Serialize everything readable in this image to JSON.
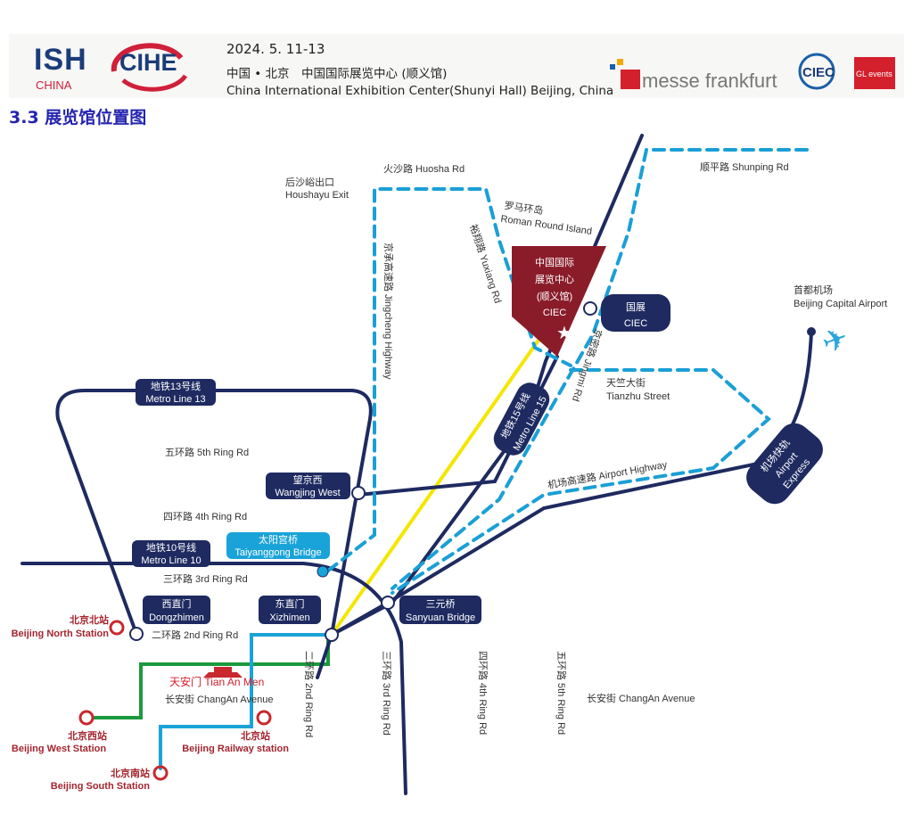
{
  "header": {
    "ish": "ISH",
    "ish_sub": "CHINA",
    "cihe": "CIHE",
    "date": "2024. 5. 11-13",
    "venue_cn": "中国 • 北京　中国国际展览中心 (顺义馆)",
    "venue_en": "China International Exhibition Center(Shunyi Hall)  Beijing, China",
    "messe": "messe frankfurt",
    "ciec": "CIEC",
    "gl": "GL events"
  },
  "title": "3.3 展览馆位置图",
  "map": {
    "huosha": "火沙路 Huosha Rd",
    "houshayu_cn": "后沙峪出口",
    "houshayu_en": "Houshayu Exit",
    "roman_cn": "罗马环岛",
    "roman_en": "Roman Round Island",
    "shunping": "顺平路 Shunping Rd",
    "yuxiang": "裕翔路 Yuxiang Rd",
    "jingcheng": "京承高速路 Jingcheng Highway",
    "ciec_box": [
      "中国国际",
      "展览中心",
      "(顺义馆)",
      "CIEC"
    ],
    "ciec_station": [
      "国展",
      "CIEC"
    ],
    "jingmi": "京密路 Jingmi Rd",
    "airport_cn": "首都机场",
    "airport_en": "Beijing Capital Airport",
    "tianzhu_cn": "天竺大街",
    "tianzhu_en": "Tianzhu Street",
    "metro15": [
      "地铁15号线",
      "Metro Line 15"
    ],
    "metro13": [
      "地铁13号线",
      "Metro Line 13"
    ],
    "metro10": [
      "地铁10号线",
      "Metro Line 10"
    ],
    "ring5": "五环路 5th Ring Rd",
    "ring4": "四环路 4th Ring Rd",
    "ring3": "三环路 3rd Ring Rd",
    "ring2": "二环路 2nd Ring Rd",
    "wangjing": [
      "望京西",
      "Wangjing West"
    ],
    "taiyanggong": [
      "太阳宫桥",
      "Taiyanggong Bridge"
    ],
    "airport_hwy": "机场高速路 Airport Highway",
    "airport_express": [
      "机场快轨",
      "Airport",
      "Express"
    ],
    "dongzhimen": [
      "西直门",
      "Dongzhimen"
    ],
    "xizhimen": [
      "东直门",
      "Xizhimen"
    ],
    "sanyuan": [
      "三元桥",
      "Sanyuan Bridge"
    ],
    "north_cn": "北京北站",
    "north_en": "Beijing North Station",
    "west_cn": "北京西站",
    "west_en": "Beijing West Station",
    "south_cn": "北京南站",
    "south_en": "Beijing South Station",
    "railway_cn": "北京站",
    "railway_en": "Beijing Railway station",
    "tiananmen": "天安门 Tian An Men",
    "changan": "长安街 ChangAn Avenue",
    "v2": "二环路 2nd Ring Rd",
    "v3": "三环路 3rd Ring Rd",
    "v4": "四环路 4th Ring Rd",
    "v5": "五环路 5th Ring Rd"
  },
  "colors": {
    "navy": "#1e2a60",
    "dash": "#1a9fd6",
    "yellow": "#f5e600",
    "green": "#1a9a3c",
    "cyan": "#1aa3d8",
    "ciec": "#8a1c2a",
    "red": "#c8282e"
  }
}
